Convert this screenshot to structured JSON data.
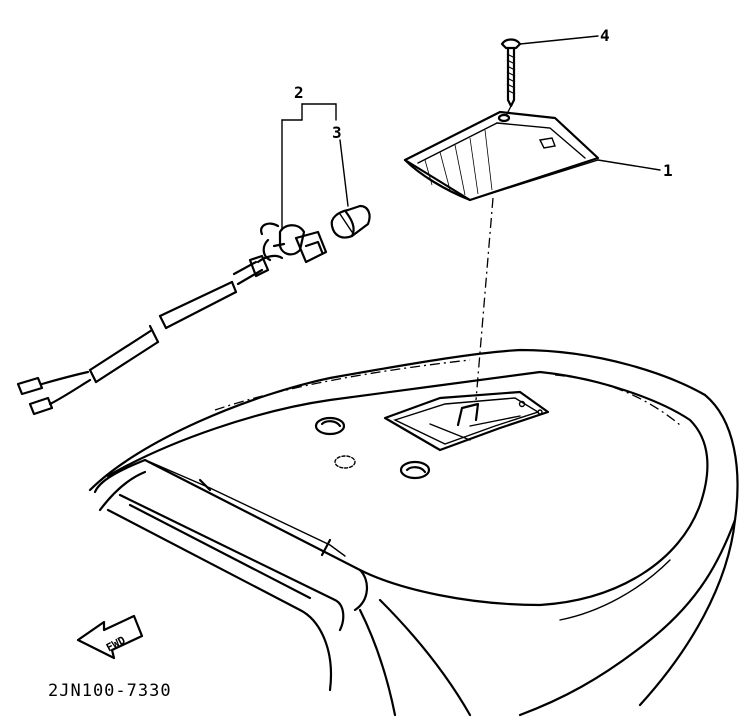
{
  "callouts": [
    {
      "id": "1",
      "label": "1"
    },
    {
      "id": "2",
      "label": "2"
    },
    {
      "id": "3",
      "label": "3"
    },
    {
      "id": "4",
      "label": "4"
    }
  ],
  "fwd_label": "FWD",
  "drawing_code": "2JN100-7330"
}
